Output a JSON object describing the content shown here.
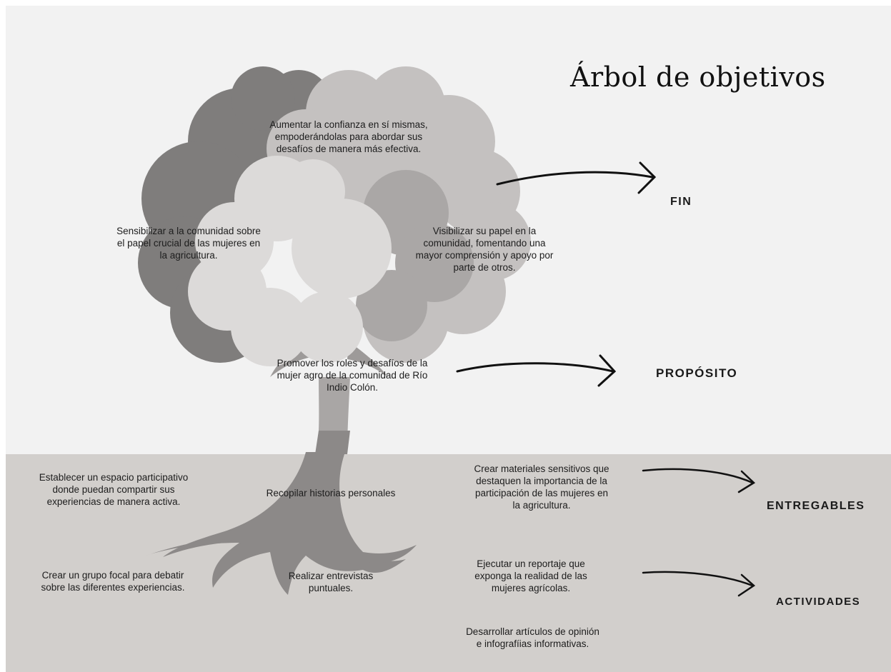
{
  "title": "Árbol de objetivos",
  "labels": {
    "fin": "FIN",
    "proposito": "PROPÓSITO",
    "entregables": "ENTREGABLES",
    "actividades": "ACTIVIDADES"
  },
  "canopy": {
    "fin_text": "Aumentar la confianza en sí mismas, empoderándolas para abordar sus desafíos de manera más efectiva.",
    "left_text": "Sensibilizar a la comunidad sobre el papel crucial de las mujeres en la agricultura.",
    "right_text": "Visibilizar su papel en la comunidad, fomentando una mayor comprensión y apoyo por parte de otros."
  },
  "trunk": {
    "purpose_text": "Promover los roles y desafíos de la mujer agro de la comunidad de Río Indio Colón."
  },
  "roots": {
    "left_top": "Establecer un espacio participativo donde puedan compartir sus experiencias de manera activa.",
    "center_top": "Recopilar historias personales",
    "left_bottom": "Crear un grupo focal para debatir sobre las diferentes experiencias.",
    "center_bottom": "Realizar entrevistas puntuales."
  },
  "right_column": {
    "deliverable": "Crear materiales sensitivos que destaquen la importancia de la participación de las mujeres en la agricultura.",
    "activity_1": "Ejecutar un reportaje que exponga la realidad de las mujeres agrícolas.",
    "activity_2": "Desarrollar artículos de opinión e infografíias informativas."
  },
  "colors": {
    "background": "#f2f2f2",
    "ground": "#d2cfcc",
    "trunk": "#8a8786",
    "canopy_dark": "#7f7d7c",
    "canopy_light": "#d9d7d6"
  }
}
